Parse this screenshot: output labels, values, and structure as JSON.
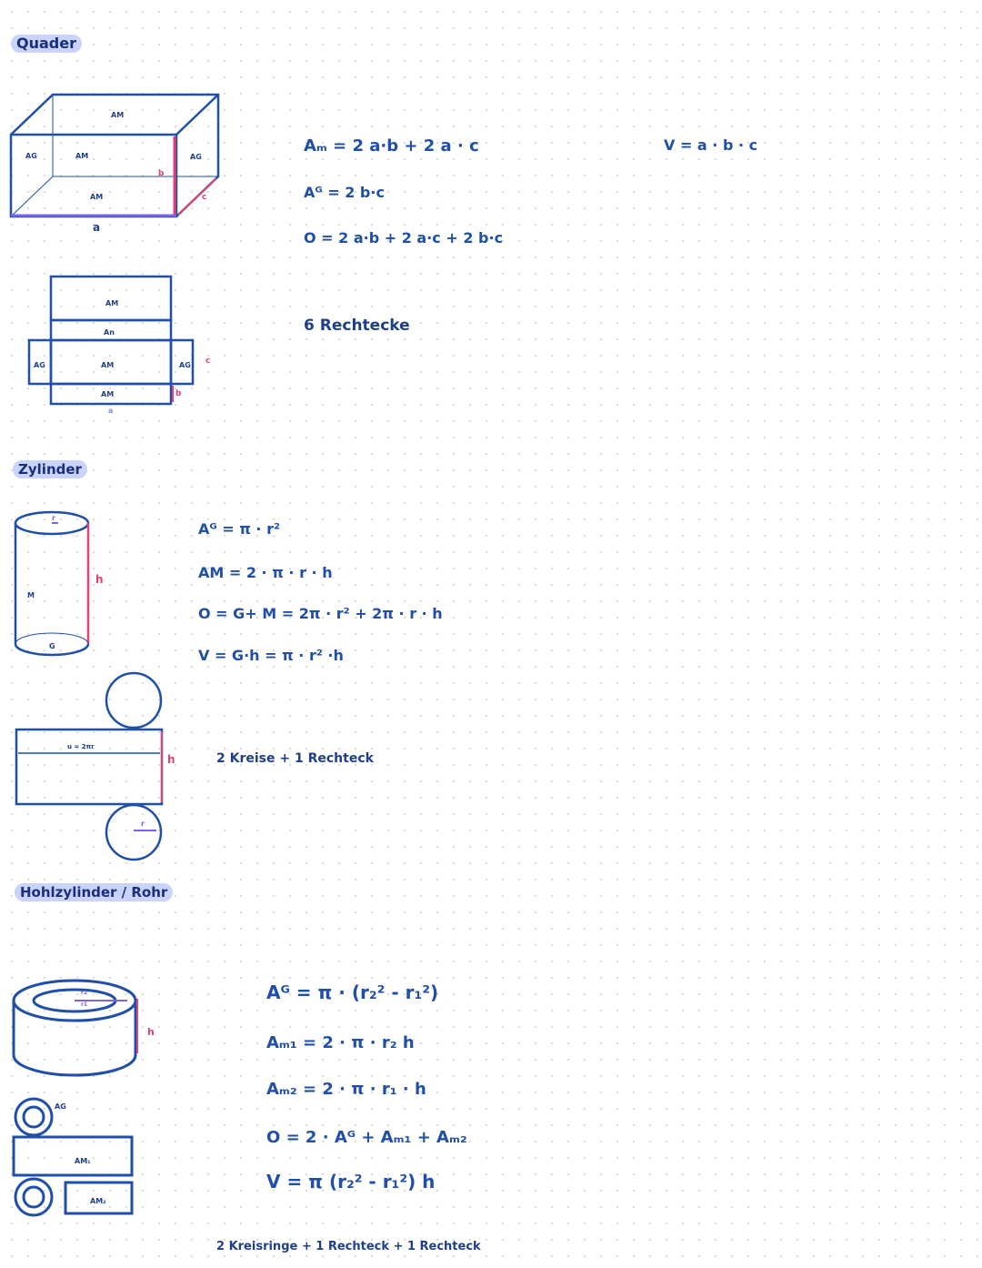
{
  "sections": {
    "quader": {
      "title": "Quader"
    },
    "zylinder": {
      "title": "Zylinder"
    },
    "hohlzylinder": {
      "title": "Hohlzylinder / Rohr"
    }
  },
  "quader": {
    "formulas": {
      "am": "Aₘ = 2 a·b + 2 a · c",
      "ag": "Aᴳ = 2 b·c",
      "o": "O  = 2 a·b + 2 a·c + 2 b·c",
      "v": "V = a · b · c"
    },
    "note": "6 Rechtecke",
    "box_labels": {
      "am_top": "AM",
      "am_front": "AM",
      "am_bottom": "AM",
      "ag_left": "AG",
      "ag_right": "AG",
      "a": "a",
      "b": "b",
      "c": "c"
    },
    "net_labels": {
      "am1": "AM",
      "an": "An",
      "am2": "AM",
      "am3": "AM",
      "ag_left": "AG",
      "ag_right": "AG",
      "a": "a",
      "b": "b",
      "c": "c"
    }
  },
  "zylinder": {
    "formulas": {
      "ag": "Aᴳ  = π · r²",
      "am": "AM  = 2 · π · r · h",
      "o": "O = G+ M = 2π · r² + 2π · r · h",
      "v": "V = G·h  = π · r² ·h"
    },
    "note": "2 Kreise + 1 Rechteck",
    "labels": {
      "r": "r",
      "h": "h",
      "m": "M",
      "g": "G",
      "u": "u = 2πr",
      "h2": "h",
      "r2": "r"
    }
  },
  "hohlzylinder": {
    "formulas": {
      "ag": "Aᴳ = π · (r₂² - r₁²)",
      "am1": "Aₘ₁ = 2 · π · r₂  h",
      "am2": "Aₘ₂ = 2 · π · r₁ · h",
      "o": "O = 2 · Aᴳ + Aₘ₁ + Aₘ₂",
      "v": "V = π (r₂² - r₁²) h"
    },
    "note": "2 Kreisringe + 1 Rechteck + 1 Rechteck",
    "labels": {
      "r2": "r2",
      "r1": "r1",
      "h": "h",
      "ag": "AG",
      "am1": "AM₁",
      "am2": "AM₂"
    }
  },
  "colors": {
    "ink": "#1f4fa8",
    "pink": "#e0446f",
    "highlight": "#c9d3fb",
    "violet": "#7b62e8"
  }
}
